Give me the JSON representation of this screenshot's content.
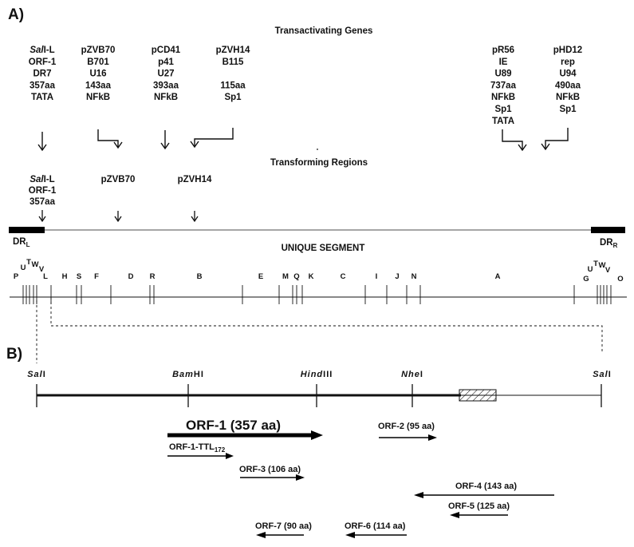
{
  "panel_a_label": "A)",
  "panel_b_label": "B)",
  "transactivating_title": "Transactivating Genes",
  "transforming_title": "Transforming Regions",
  "unique_segment_label": "UNIQUE SEGMENT",
  "dr_left": {
    "main": "DR",
    "sub": "L"
  },
  "dr_right": {
    "main": "DR",
    "sub": "R"
  },
  "transactivating_genes": [
    {
      "lines": [
        {
          "italic": "Sal",
          "rest": "I-L"
        },
        {
          "rest": "ORF-1"
        },
        {
          "rest": "DR7"
        },
        {
          "rest": "357aa"
        },
        {
          "rest": "TATA"
        }
      ]
    },
    {
      "lines": [
        {
          "rest": "pZVB70"
        },
        {
          "rest": "B701"
        },
        {
          "rest": "U16"
        },
        {
          "rest": "143aa"
        },
        {
          "rest": "NFkB"
        }
      ]
    },
    {
      "lines": [
        {
          "rest": "pCD41"
        },
        {
          "rest": "p41"
        },
        {
          "rest": "U27"
        },
        {
          "rest": "393aa"
        },
        {
          "rest": "NFkB"
        }
      ]
    },
    {
      "lines": [
        {
          "rest": "pZVH14"
        },
        {
          "rest": "B115"
        },
        {
          "rest": ""
        },
        {
          "rest": "115aa"
        },
        {
          "rest": "Sp1"
        }
      ]
    },
    {
      "lines": [
        {
          "rest": "pR56"
        },
        {
          "rest": "IE"
        },
        {
          "rest": "U89"
        },
        {
          "rest": "737aa"
        },
        {
          "rest": "NFkB"
        },
        {
          "rest": "Sp1"
        },
        {
          "rest": "TATA"
        }
      ]
    },
    {
      "lines": [
        {
          "rest": "pHD12"
        },
        {
          "rest": "rep"
        },
        {
          "rest": "U94"
        },
        {
          "rest": "490aa"
        },
        {
          "rest": "NFkB"
        },
        {
          "rest": "Sp1"
        }
      ]
    }
  ],
  "transforming_regions": [
    {
      "lines": [
        {
          "italic": "Sal",
          "rest": "I-L"
        },
        {
          "rest": "ORF-1"
        },
        {
          "rest": "357aa"
        }
      ]
    },
    {
      "lines": [
        {
          "rest": "pZVB70"
        }
      ]
    },
    {
      "lines": [
        {
          "rest": "pZVH14"
        }
      ]
    }
  ],
  "fragments": [
    "P",
    "U",
    "T",
    "W",
    "V",
    "L",
    "H",
    "S",
    "F",
    "D",
    "R",
    "B",
    "E",
    "M",
    "Q",
    "K",
    "C",
    "I",
    "J",
    "N",
    "A",
    "G",
    "U",
    "T",
    "W",
    "V",
    "O"
  ],
  "restriction_sites": [
    {
      "italic": "Sal",
      "rest": "I"
    },
    {
      "italic": "Bam",
      "rest": "HI"
    },
    {
      "italic": "Hind",
      "rest": "III"
    },
    {
      "italic": "Nhe",
      "rest": "I"
    },
    {
      "italic": "Sal",
      "rest": "I"
    }
  ],
  "orfs": [
    {
      "label": "ORF-1 (357 aa)",
      "direction": "right"
    },
    {
      "label": "ORF-1-TTL",
      "sub": "172",
      "direction": "right"
    },
    {
      "label": "ORF-2 (95 aa)",
      "direction": "right"
    },
    {
      "label": "ORF-3 (106 aa)",
      "direction": "right"
    },
    {
      "label": "ORF-4 (143 aa)",
      "direction": "left"
    },
    {
      "label": "ORF-5 (125 aa)",
      "direction": "left"
    },
    {
      "label": "ORF-6 (114 aa)",
      "direction": "left"
    },
    {
      "label": "ORF-7 (90 aa)",
      "direction": "left"
    }
  ]
}
